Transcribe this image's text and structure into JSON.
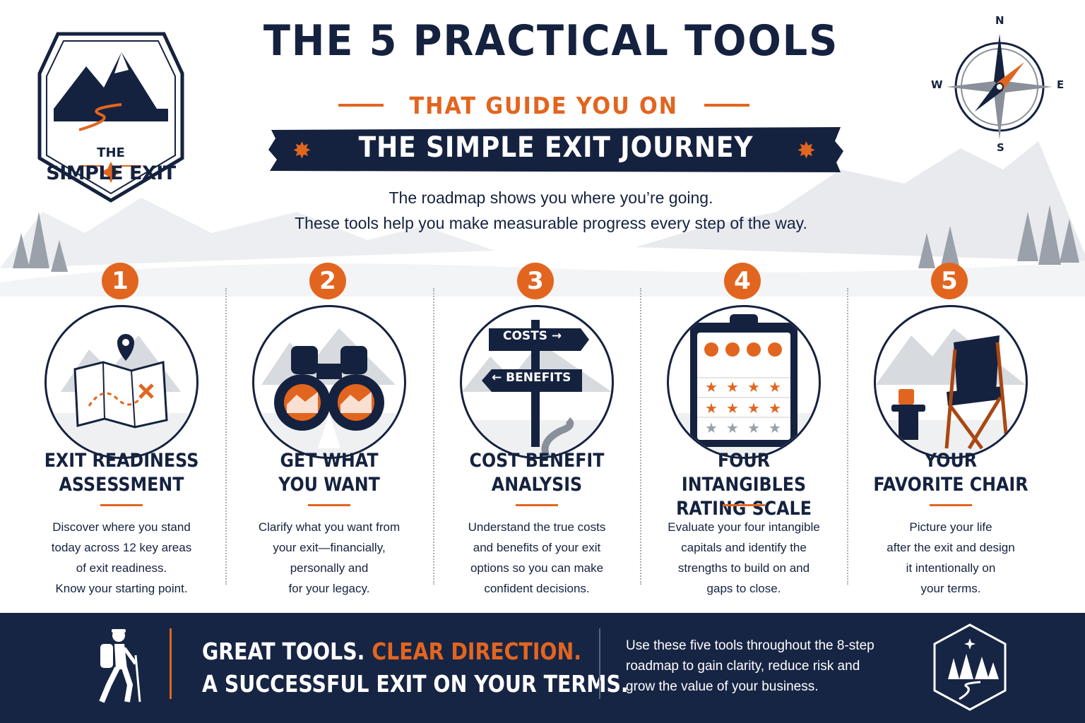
{
  "logo": {
    "the": "THE",
    "name": "SIMPLE EXIT"
  },
  "compass": {
    "n": "N",
    "s": "S",
    "e": "E",
    "w": "W"
  },
  "header": {
    "title": "THE 5 PRACTICAL TOOLS",
    "subtitle": "THAT GUIDE YOU ON",
    "banner": "THE SIMPLE EXIT JOURNEY",
    "intro_line1": "The roadmap shows you where you’re going.",
    "intro_line2": "These tools help you make measurable progress every step of the way."
  },
  "tools": [
    {
      "number": "1",
      "name_line1": "EXIT READINESS",
      "name_line2": "ASSESSMENT",
      "icon": "treasure-map-icon",
      "desc": [
        "Discover where you stand",
        "today across 12 key areas",
        "of exit readiness.",
        "Know your starting point."
      ]
    },
    {
      "number": "2",
      "name_line1": "GET WHAT",
      "name_line2": "YOU WANT",
      "icon": "binoculars-icon",
      "desc": [
        "Clarify what you want from",
        "your exit—financially,",
        "personally and",
        "for your legacy."
      ]
    },
    {
      "number": "3",
      "name_line1": "COST BENEFIT",
      "name_line2": "ANALYSIS",
      "icon": "signpost-icon",
      "sign_top": "COSTS →",
      "sign_bottom": "← BENEFITS",
      "desc": [
        "Understand the true costs",
        "and benefits of your exit",
        "options so you can make",
        "confident decisions."
      ]
    },
    {
      "number": "4",
      "name_line1": "FOUR INTANGIBLES",
      "name_line2": "RATING SCALE",
      "icon": "rating-clipboard-icon",
      "desc": [
        "Evaluate your four intangible",
        "capitals and identify the",
        "strengths to build on and",
        "gaps to close."
      ]
    },
    {
      "number": "5",
      "name_line1": "YOUR",
      "name_line2": "FAVORITE CHAIR",
      "icon": "camp-chair-icon",
      "desc": [
        "Picture your life",
        "after the exit and design",
        "it intentionally on",
        "your terms."
      ]
    }
  ],
  "footer": {
    "slogan_part1": "GREAT TOOLS. ",
    "slogan_part2": "CLEAR DIRECTION.",
    "slogan_line2": "A SUCCESSFUL EXIT ON YOUR TERMS.",
    "desc_line1": "Use these five tools throughout the 8-step",
    "desc_line2": "roadmap to gain clarity, reduce risk and",
    "desc_line3": "grow the value of your business."
  },
  "colors": {
    "navy": "#15223f",
    "orange": "#e2651f",
    "footer_bg": "#172544"
  }
}
